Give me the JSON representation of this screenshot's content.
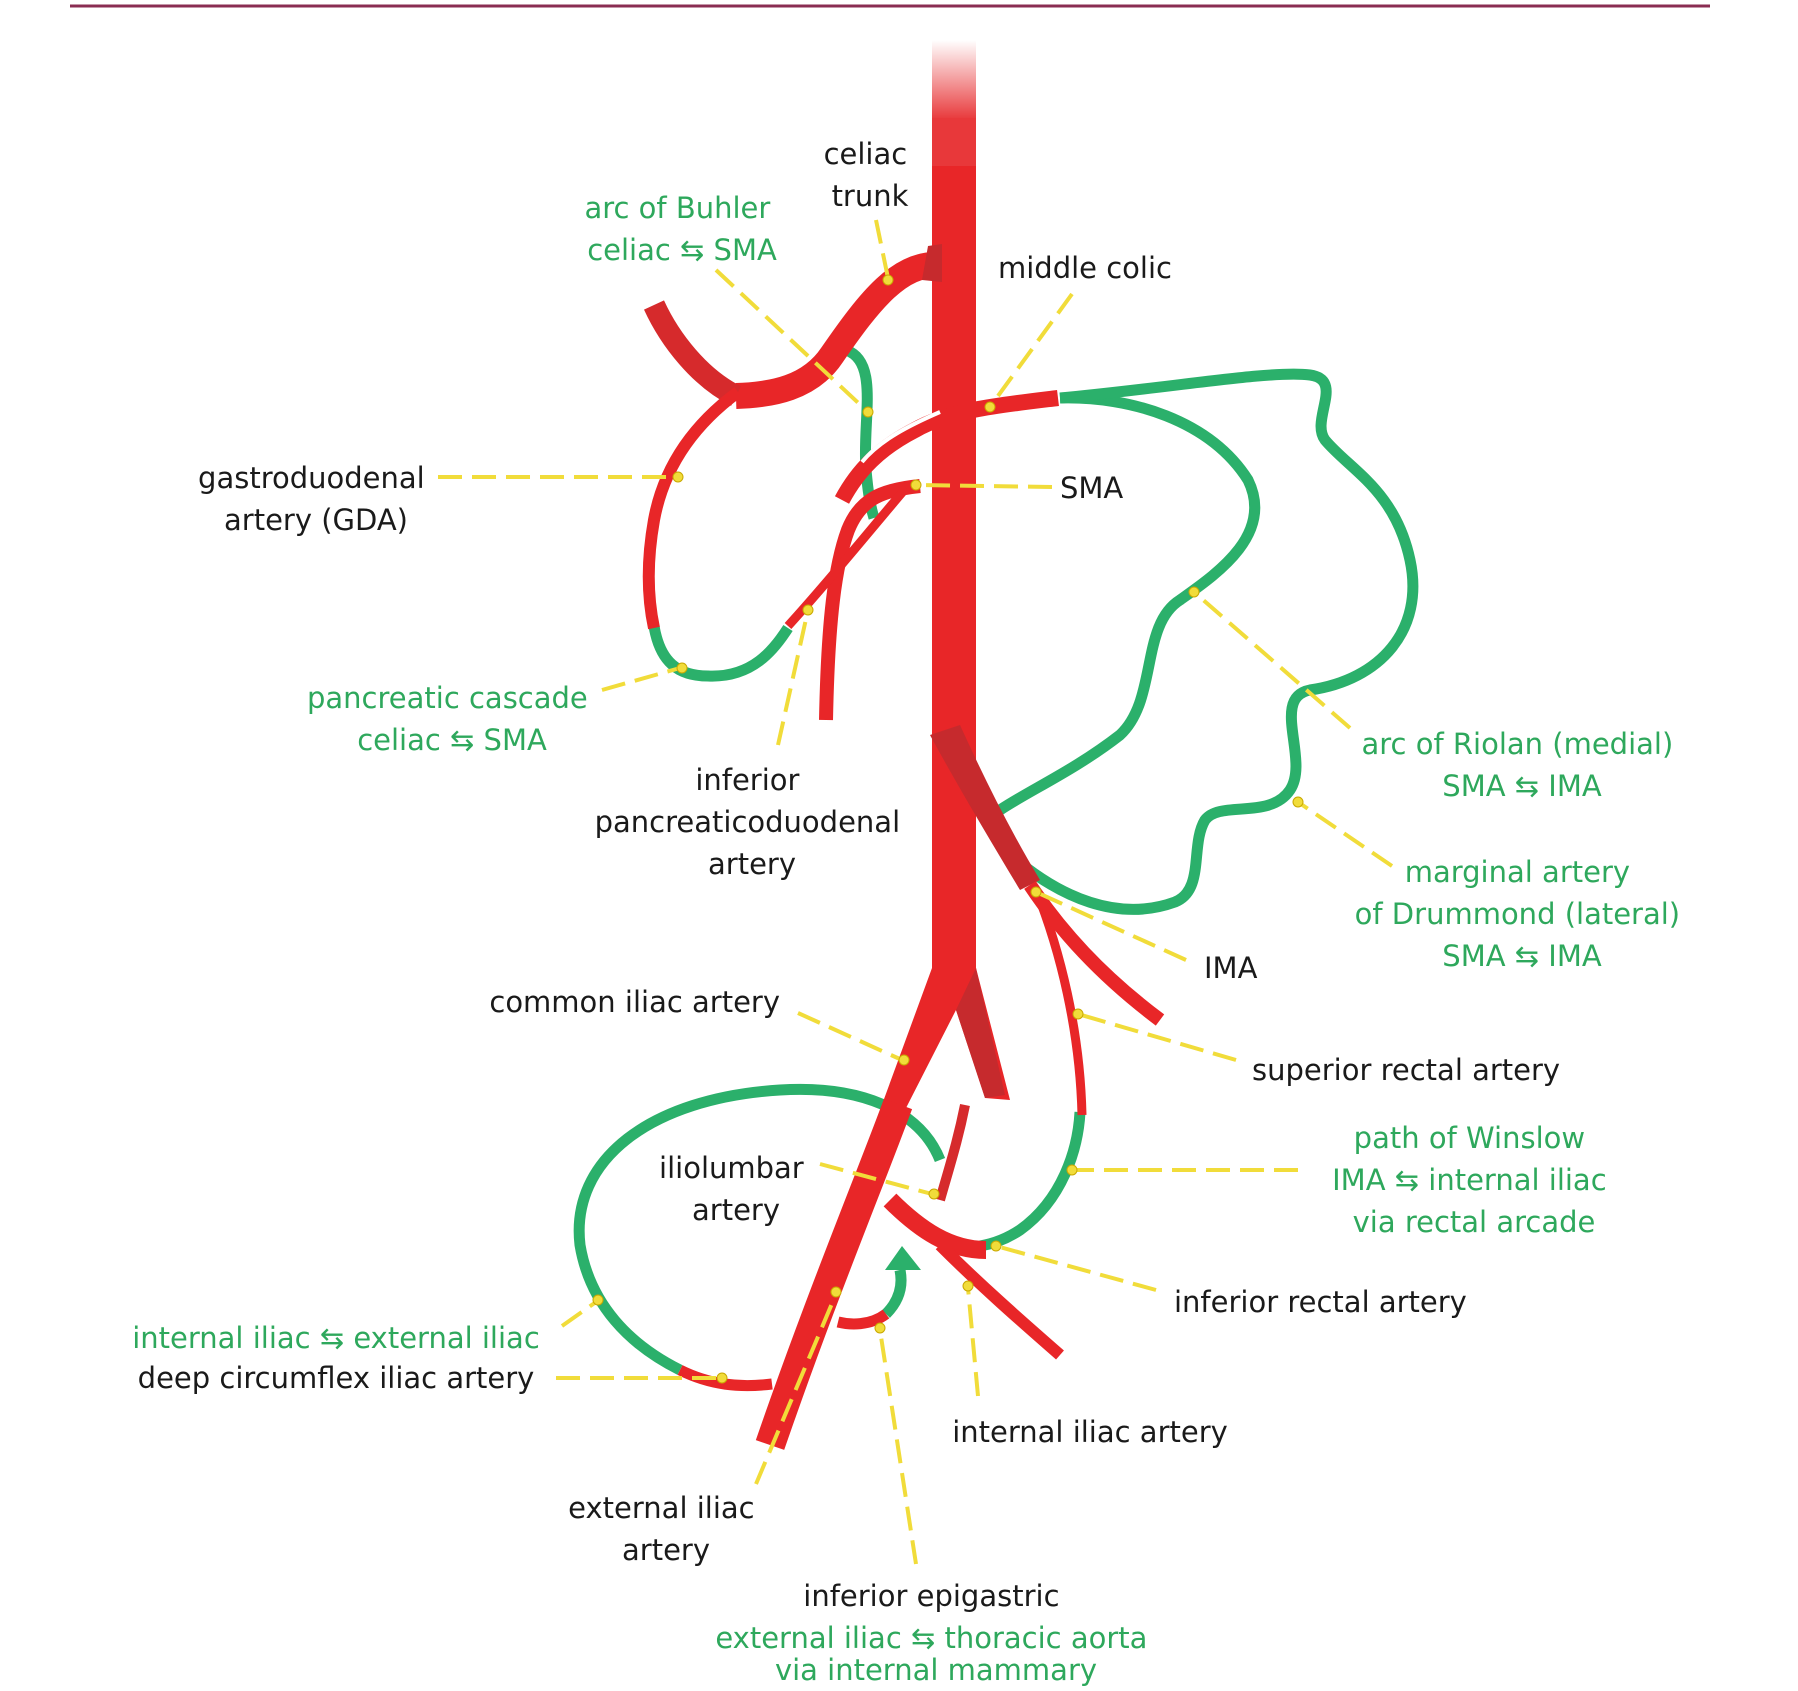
{
  "colors": {
    "artery": "#e82628",
    "artery_dark": "#c62a2d",
    "collateral": "#2bb06b",
    "leader": "#f1dc3a",
    "rule": "#8a2d52",
    "label_black": "#1a1a1a",
    "label_green": "#2ea85c"
  },
  "labels": {
    "celiac_trunk": [
      "celiac",
      "trunk"
    ],
    "arc_of_buhler": [
      "arc of Buhler",
      "celiac ⇆ SMA"
    ],
    "middle_colic": [
      "middle colic"
    ],
    "gda": [
      "gastroduodenal",
      "artery (GDA)"
    ],
    "sma": [
      "SMA"
    ],
    "pancreatic_cascade": [
      "pancreatic cascade",
      "celiac ⇆ SMA"
    ],
    "ipda": [
      "inferior",
      "pancreaticoduodenal",
      "artery"
    ],
    "arc_of_riolan": [
      "arc of Riolan (medial)",
      "SMA ⇆ IMA"
    ],
    "marginal_artery": [
      "marginal artery",
      "of Drummond (lateral)",
      "SMA ⇆ IMA"
    ],
    "ima": [
      "IMA"
    ],
    "common_iliac": [
      "common iliac artery"
    ],
    "superior_rectal": [
      "superior rectal artery"
    ],
    "path_of_winslow": [
      "path of Winslow",
      "IMA ⇆ internal iliac",
      "via rectal arcade"
    ],
    "iliolumbar": [
      "iliolumbar",
      "artery"
    ],
    "inferior_rectal": [
      "inferior rectal artery"
    ],
    "dcia_green": [
      "internal iliac ⇆ external iliac"
    ],
    "dcia_black": [
      "deep circumflex iliac artery"
    ],
    "internal_iliac": [
      "internal iliac artery"
    ],
    "external_iliac": [
      "external iliac",
      "artery"
    ],
    "inferior_epigastric_black": [
      "inferior epigastric"
    ],
    "inferior_epigastric_green": [
      "external iliac ⇆ thoracic aorta",
      "via internal mammary"
    ]
  }
}
